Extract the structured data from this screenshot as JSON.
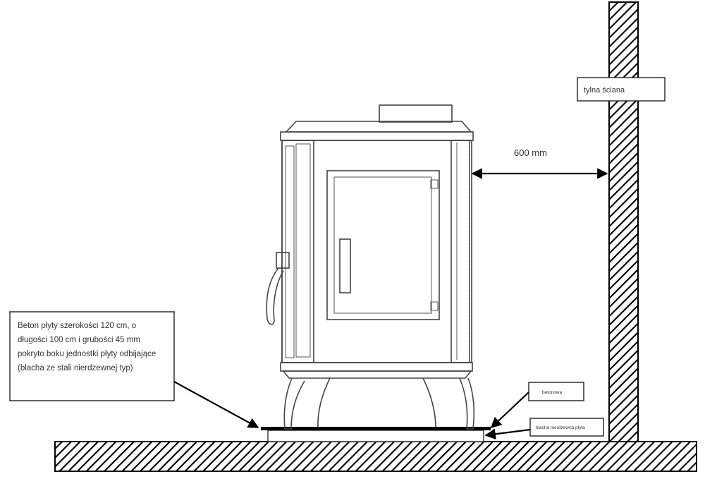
{
  "labels": {
    "back_wall": "tylna ściana",
    "distance": "600 mm",
    "slab_description": [
      "Beton płyty szerokości 120 cm, o",
      "długości 100 cm i grubości 45 mm",
      "pokryto boku jednostki płyty odbijające",
      "(blacha ze stali nierdzewnej typ)"
    ],
    "concrete": "betonowa",
    "steel_plate": "blacha nierdzewna płyta"
  }
}
